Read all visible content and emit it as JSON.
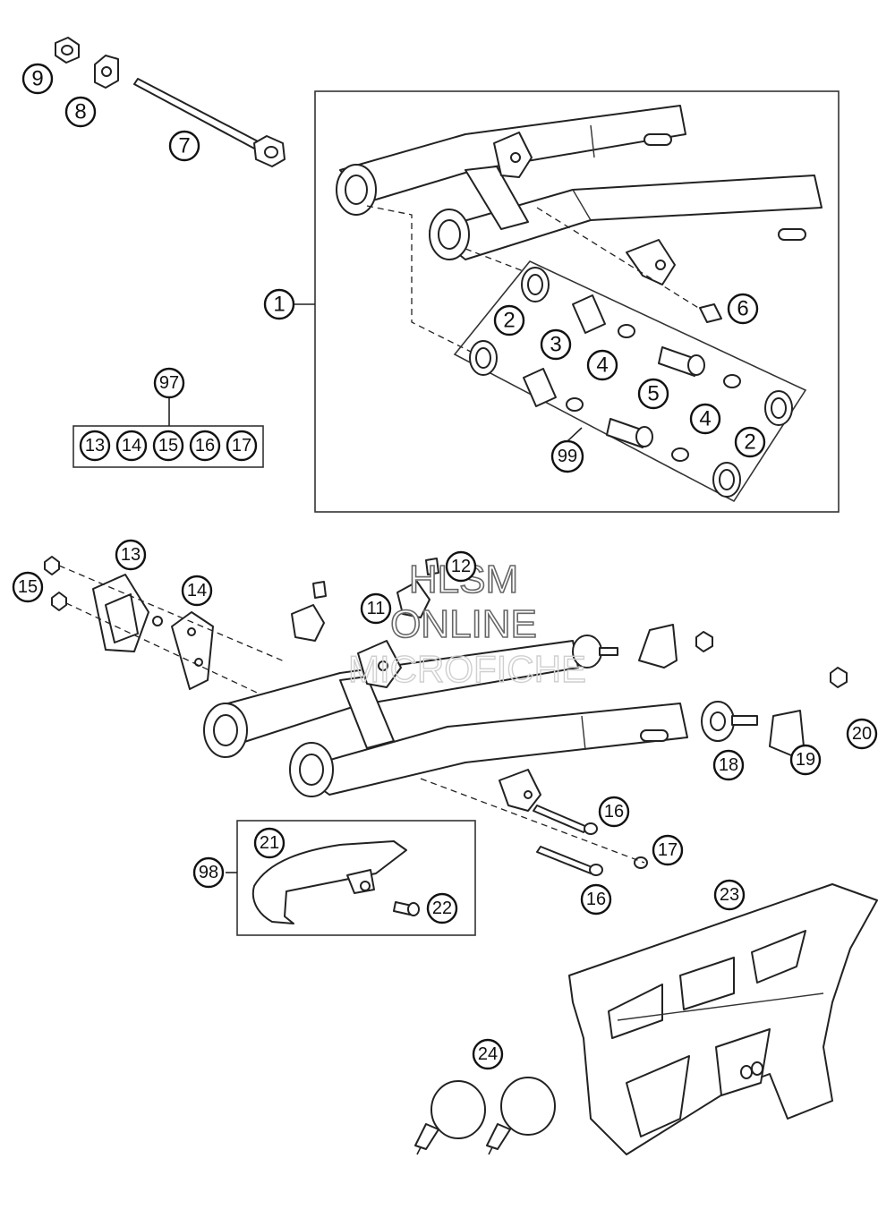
{
  "callouts": {
    "l9": "9",
    "l8": "8",
    "l7": "7",
    "l1": "1",
    "l6": "6",
    "l2a": "2",
    "l3": "3",
    "l4a": "4",
    "l5": "5",
    "l4b": "4",
    "l2b": "2",
    "l99": "99",
    "l97": "97",
    "k13": "13",
    "k14": "14",
    "k15": "15",
    "k16": "16",
    "k17": "17",
    "l13": "13",
    "l15": "15",
    "l14": "14",
    "l12": "12",
    "l11": "11",
    "l18": "18",
    "l19": "19",
    "l20": "20",
    "l16a": "16",
    "l17": "17",
    "l16b": "16",
    "l21": "21",
    "l98": "98",
    "l22": "22",
    "l23": "23",
    "l24": "24"
  },
  "watermark": {
    "line1": "HLSM",
    "line2": "ONLINE",
    "line3": "MICROFICHE"
  }
}
